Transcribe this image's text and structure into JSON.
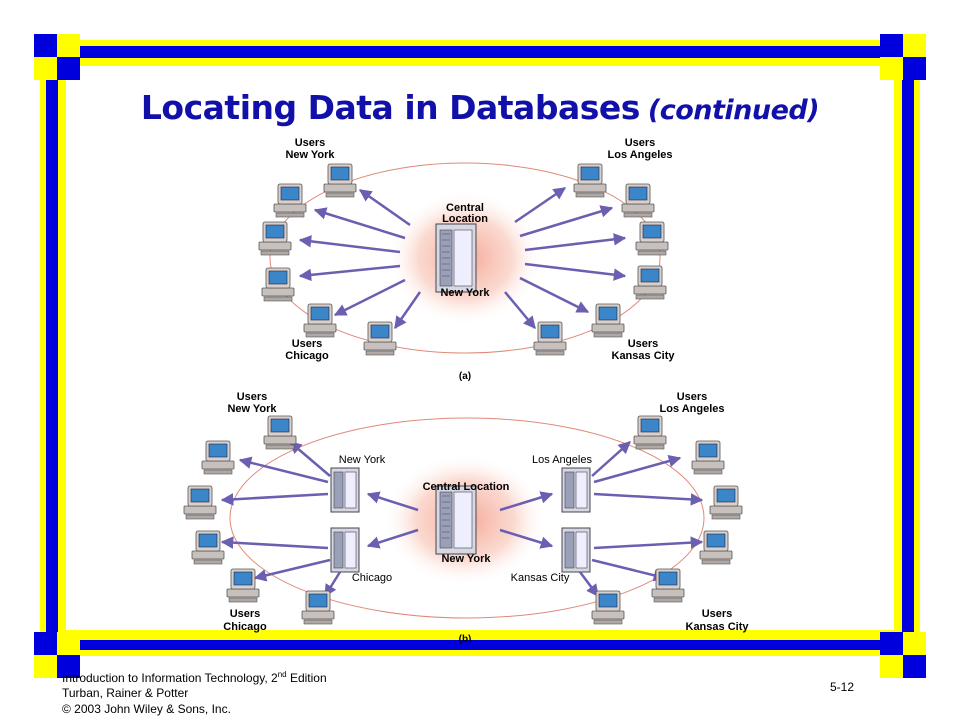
{
  "slide": {
    "title": "Locating Data in Databases",
    "title_suffix": "(continued)"
  },
  "diagram_a": {
    "caption": "(a)",
    "center_label_top_line1": "Central",
    "center_label_top_line2": "Location",
    "center_label_bottom": "New York",
    "groups": [
      {
        "line1": "Users",
        "line2": "New York"
      },
      {
        "line1": "Users",
        "line2": "Los Angeles"
      },
      {
        "line1": "Users",
        "line2": "Chicago"
      },
      {
        "line1": "Users",
        "line2": "Kansas City"
      }
    ]
  },
  "diagram_b": {
    "caption": "(b)",
    "center_label_top": "Central Location",
    "center_label_bottom": "New York",
    "servers": [
      "New York",
      "Los Angeles",
      "Chicago",
      "Kansas City"
    ],
    "groups": [
      {
        "line1": "Users",
        "line2": "New York"
      },
      {
        "line1": "Users",
        "line2": "Los Angeles"
      },
      {
        "line1": "Users",
        "line2": "Chicago"
      },
      {
        "line1": "Users",
        "line2": "Kansas City"
      }
    ]
  },
  "footer": {
    "line1_prefix": "Introduction to Information Technology, 2",
    "line1_sup": "nd",
    "line1_suffix": " Edition",
    "line2": "Turban, Rainer & Potter",
    "line3": "© 2003 John Wiley & Sons, Inc.",
    "page_number": "5-12"
  },
  "colors": {
    "frame_blue": "#0000dd",
    "frame_yellow": "#ffff00",
    "title_blue": "#1111aa",
    "arrow": "#6a5fb0",
    "ellipse": "#e08a7a",
    "glow": "#f4a090"
  }
}
